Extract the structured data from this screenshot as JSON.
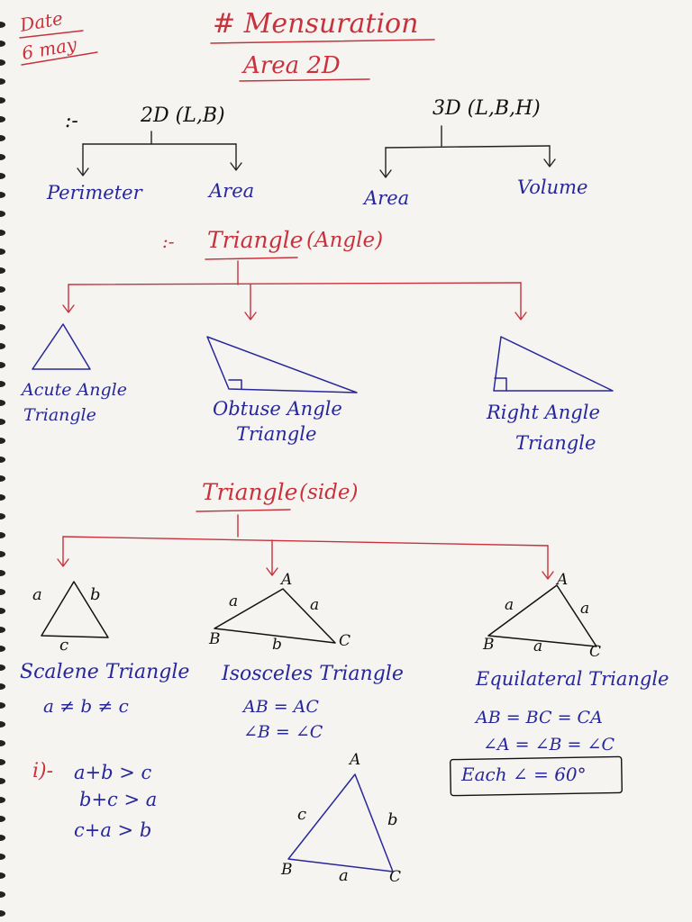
{
  "header": {
    "date_label": "Date",
    "date_value": "6 may",
    "title": "# Mensuration",
    "subtitle": "Area 2D"
  },
  "dimensions": {
    "bullet": ":-",
    "two_d": {
      "label": "2D (L,B)",
      "branches": [
        "Perimeter",
        "Area"
      ]
    },
    "three_d": {
      "label": "3D (L,B,H)",
      "branches": [
        "Area",
        "Volume"
      ]
    }
  },
  "triangle_by_angle": {
    "bullet": ":-",
    "heading": "Triangle",
    "qualifier": "(Angle)",
    "types": [
      {
        "line1": "Acute Angle",
        "line2": "Triangle"
      },
      {
        "line1": "Obtuse Angle",
        "line2": "Triangle"
      },
      {
        "line1": "Right Angle",
        "line2": "Triangle"
      }
    ]
  },
  "triangle_by_side": {
    "heading": "Triangle",
    "qualifier": "(side)",
    "scalene": {
      "name": "Scalene Triangle",
      "rule": "a ≠ b ≠ c",
      "vertex_labels": {
        "left": "a",
        "right": "b",
        "bottom": "c"
      }
    },
    "isosceles": {
      "name": "Isosceles Triangle",
      "rules": [
        "AB = AC",
        "∠B = ∠C"
      ],
      "vertex_labels": {
        "A": "A",
        "B": "B",
        "C": "C",
        "AB": "a",
        "AC": "a",
        "BC": "b"
      }
    },
    "equilateral": {
      "name": "Equilateral Triangle",
      "rules": [
        "AB = BC = CA",
        "∠A = ∠B = ∠C"
      ],
      "boxed": "Each ∠ = 60°",
      "vertex_labels": {
        "A": "A",
        "B": "B",
        "C": "C",
        "AB": "a",
        "AC": "a",
        "BC": "a"
      }
    }
  },
  "inequality": {
    "marker": "i)-",
    "rules": [
      "a+b > c",
      "b+c > a",
      "c+a > b"
    ],
    "vertex_labels": {
      "A": "A",
      "B": "B",
      "C": "C",
      "AB": "c",
      "AC": "b",
      "BC": "a"
    }
  },
  "colors": {
    "red_ink": "#c8323c",
    "blue_ink": "#27279a",
    "paper": "#f5f4f1"
  }
}
